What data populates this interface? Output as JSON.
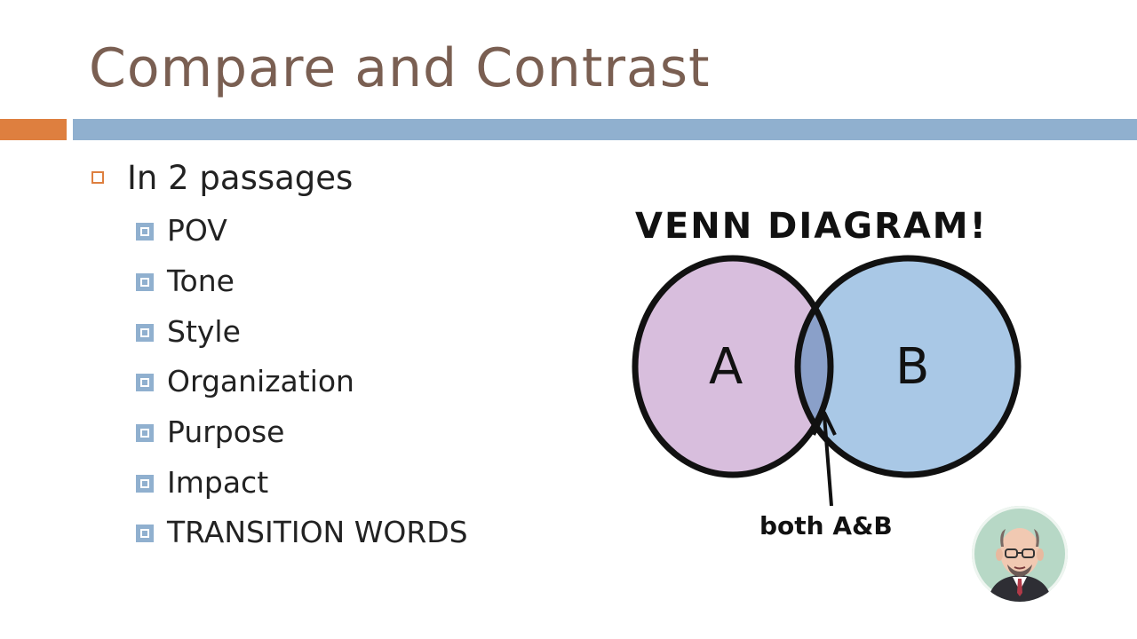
{
  "slide": {
    "title": "Compare and Contrast",
    "bullets": {
      "main": "In 2 passages",
      "sub": [
        "POV",
        "Tone",
        "Style",
        "Organization",
        "Purpose",
        "Impact",
        "TRANSITION WORDS"
      ]
    }
  },
  "venn": {
    "heading": "VENN DIAGRAM!",
    "label_a": "A",
    "label_b": "B",
    "caption": "both A&B",
    "colors": {
      "a": "#d8bedd",
      "b": "#a9c8e6",
      "overlap": "#8aa0c9",
      "outline": "#111111"
    }
  },
  "colors": {
    "title": "#7a5f52",
    "accent": "#de7f3f",
    "bar": "#90b0cf"
  },
  "presenter": {
    "icon": "presenter-avatar-icon"
  }
}
